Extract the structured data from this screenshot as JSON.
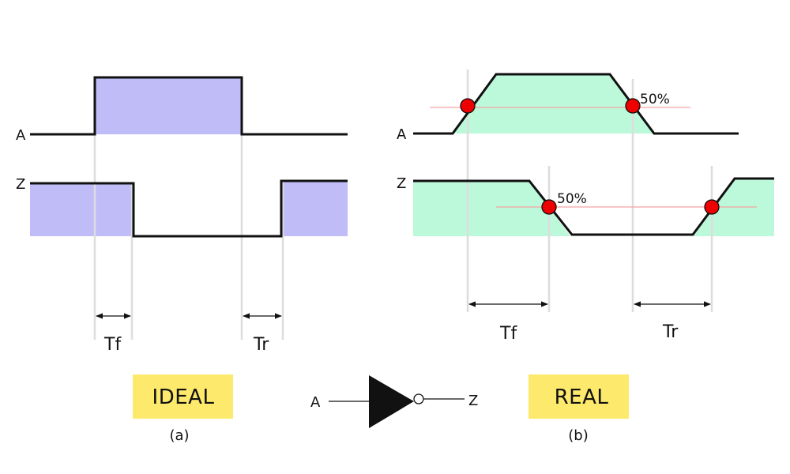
{
  "ideal": {
    "signal_a": "A",
    "signal_z": "Z",
    "tf_label": "Tf",
    "tr_label": "Tr",
    "caption": "IDEAL",
    "subcaption": "(a)"
  },
  "real": {
    "signal_a": "A",
    "signal_z": "Z",
    "tf_label": "Tf",
    "tr_label": "Tr",
    "threshold_a": "50%",
    "threshold_z": "50%",
    "caption": "REAL",
    "subcaption": "(b)"
  },
  "inverter": {
    "input_label": "A",
    "output_label": "Z"
  },
  "colors": {
    "ideal_fill": "#c0bcf8",
    "real_fill": "#bcf8da",
    "caption_box": "#fde96b",
    "marker": "#ee0000",
    "guide": "#dddddd",
    "threshold_line": "#f4a4a4"
  }
}
